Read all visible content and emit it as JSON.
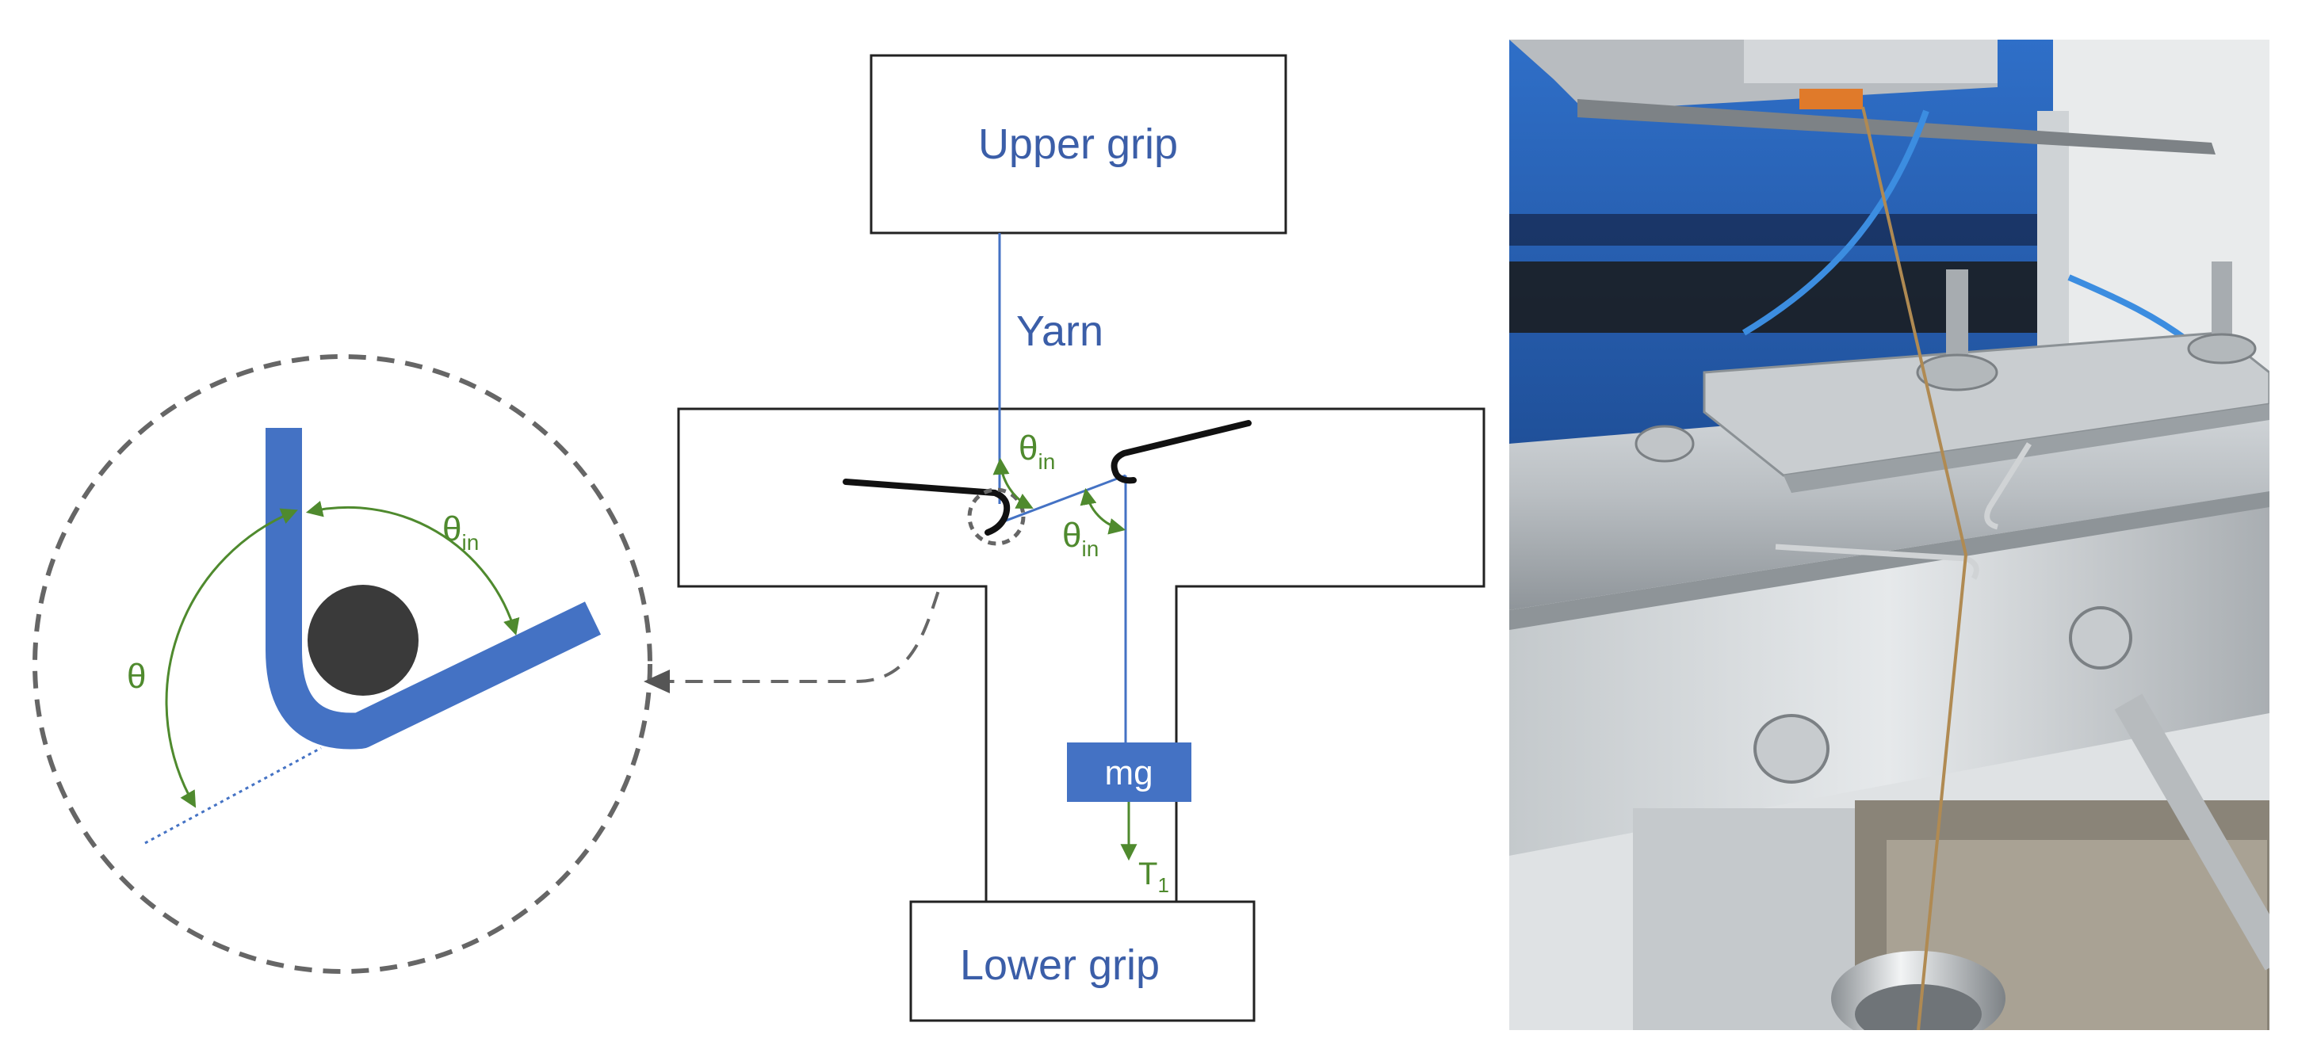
{
  "labels": {
    "upper_grip": "Upper grip",
    "lower_grip": "Lower grip",
    "yarn": "Yarn",
    "mass": "mg",
    "tension": "T",
    "tension_sub": "1",
    "theta": "θ",
    "theta_in": "θ",
    "theta_in_sub": "in"
  },
  "colors": {
    "yarn_blue": "#4472c4",
    "label_blue": "#3b5ea8",
    "angle_green": "#4f8a2e",
    "outline": "#222222",
    "hook": "#111111",
    "pin": "#3a3a3a",
    "dashed_gray": "#666666"
  },
  "photo": {
    "description_icon": "tensile-test-rig-photo"
  }
}
